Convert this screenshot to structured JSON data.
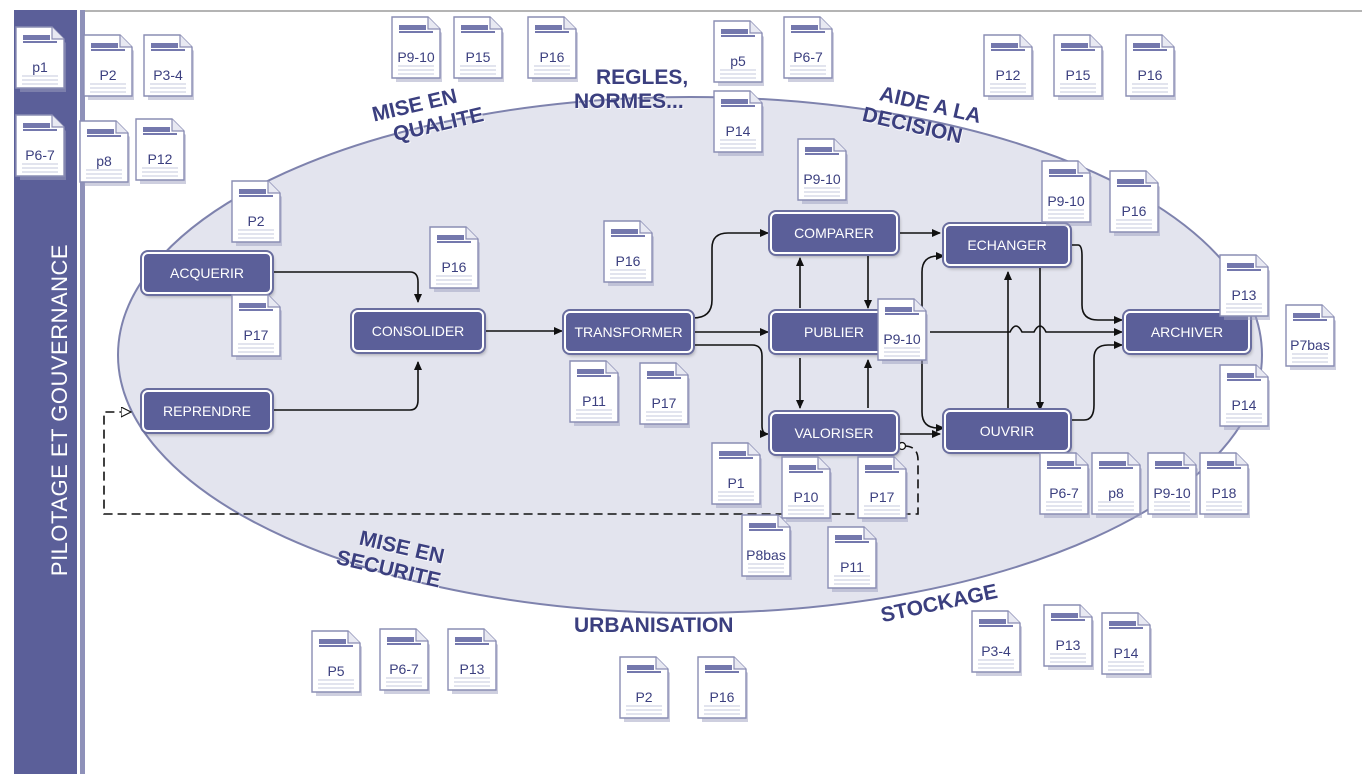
{
  "side_label": "PILOTAGE ET GOUVERNANCE",
  "categories": {
    "mise_en_qualite": [
      "MISE EN",
      "QUALITE"
    ],
    "regles_normes": [
      "REGLES,",
      "NORMES..."
    ],
    "aide_decision": [
      "AIDE A LA",
      "DECISION"
    ],
    "mise_en_securite": [
      "MISE EN",
      "SECURITE"
    ],
    "urbanisation": [
      "URBANISATION"
    ],
    "stockage": [
      "STOCKAGE"
    ]
  },
  "processes": {
    "acquerir": "ACQUERIR",
    "reprendre": "REPRENDRE",
    "consolider": "CONSOLIDER",
    "transformer": "TRANSFORMER",
    "comparer": "COMPARER",
    "publier": "PUBLIER",
    "valoriser": "VALORISER",
    "echanger": "ECHANGER",
    "ouvrir": "OUVRIR",
    "archiver": "ARCHIVER"
  },
  "documents": {
    "tl_1": "p1",
    "tl_2": "P2",
    "tl_3": "P3-4",
    "tl_4": "P6-7",
    "tl_5": "p8",
    "tl_6": "P12",
    "top_1": "P9-10",
    "top_2": "P15",
    "top_3": "P16",
    "top_4": "p5",
    "top_5": "P6-7",
    "top_6": "P14",
    "tr_1": "P12",
    "tr_2": "P15",
    "tr_3": "P16",
    "acq_1": "P2",
    "acq_2": "P17",
    "cons_1": "P16",
    "trans_1": "P16",
    "trans_2": "P11",
    "trans_3": "P17",
    "comp_1": "P9-10",
    "pub_1": "P9-10",
    "ech_1": "P9-10",
    "ech_2": "P16",
    "arch_1": "P13",
    "arch_2": "P7bas",
    "arch_3": "P14",
    "val_1": "P1",
    "val_2": "P10",
    "val_3": "P17",
    "val_4": "P8bas",
    "val_5": "P11",
    "ouv_1": "P6-7",
    "ouv_2": "p8",
    "ouv_3": "P9-10",
    "ouv_4": "P18",
    "sec_1": "P5",
    "sec_2": "P6-7",
    "sec_3": "P13",
    "urb_1": "P2",
    "urb_2": "P16",
    "sto_1": "P3-4",
    "sto_2": "P13",
    "sto_3": "P14"
  },
  "colors": {
    "process_fill": "#5b5f99",
    "ellipse_fill": "#e3e4ee",
    "category_text": "#3b3f7f",
    "document_tab": "#7478ad"
  }
}
